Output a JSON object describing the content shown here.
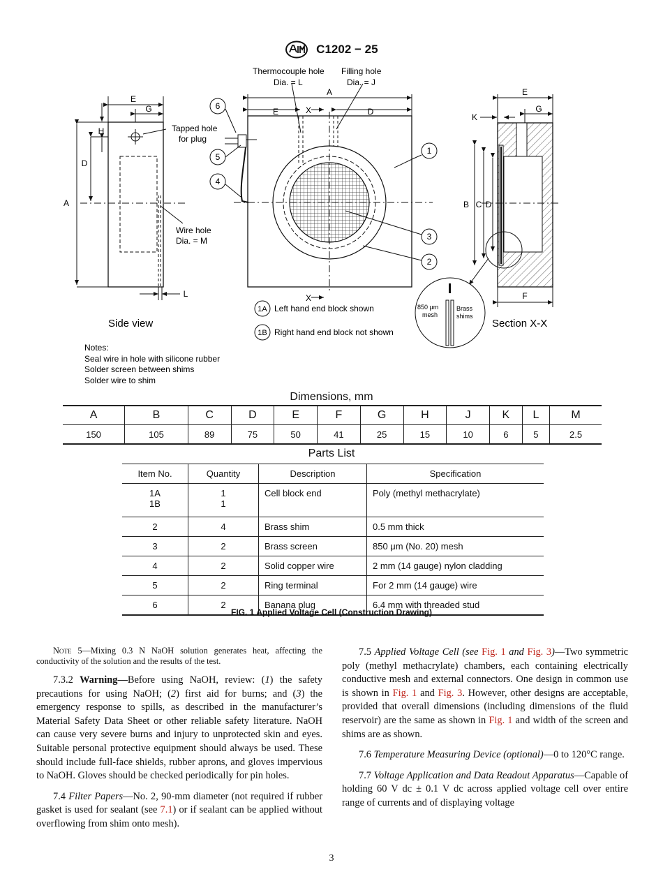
{
  "header": {
    "standard": "C1202 − 25"
  },
  "drawing": {
    "labels": {
      "thermocouple": "Thermocouple hole",
      "thermocouple_dia": "Dia. = L",
      "filling": "Filling hole",
      "filling_dia": "Dia. = J",
      "tapped": "Tapped hole",
      "tapped2": "for plug",
      "wire": "Wire hole",
      "wire_dia": "Dia. = M",
      "side_view": "Side view",
      "section": "Section X-X",
      "note_1a": "Left hand end block shown",
      "note_1b": "Right hand end block not shown",
      "mesh": "850 μm",
      "mesh2": "mesh",
      "brass": "Brass",
      "shims": "shims",
      "notes_title": "Notes:",
      "notes": [
        "Seal wire in hole with silicone rubber",
        "Solder screen between shims",
        "Solder wire to shim"
      ],
      "x": "X",
      "balloons": [
        "1A",
        "1B",
        "1",
        "2",
        "3",
        "4",
        "5",
        "6"
      ],
      "dim_letters": [
        "A",
        "B",
        "C",
        "D",
        "E",
        "F",
        "G",
        "H",
        "K",
        "L"
      ]
    }
  },
  "dimensions": {
    "title": "Dimensions, mm",
    "headers": [
      "A",
      "B",
      "C",
      "D",
      "E",
      "F",
      "G",
      "H",
      "J",
      "K",
      "L",
      "M"
    ],
    "values": [
      "150",
      "105",
      "89",
      "75",
      "50",
      "41",
      "25",
      "15",
      "10",
      "6",
      "5",
      "2.5"
    ]
  },
  "parts": {
    "title": "Parts List",
    "headers": [
      "Item No.",
      "Quantity",
      "Description",
      "Specification"
    ],
    "rows": [
      {
        "item": "1A",
        "item2": "1B",
        "qty": "1",
        "qty2": "1",
        "desc": "Cell block end",
        "spec": "Poly (methyl methacrylate)"
      },
      {
        "item": "2",
        "qty": "4",
        "desc": "Brass shim",
        "spec": "0.5 mm thick"
      },
      {
        "item": "3",
        "qty": "2",
        "desc": "Brass screen",
        "spec": "850 μm (No. 20) mesh"
      },
      {
        "item": "4",
        "qty": "2",
        "desc": "Solid copper wire",
        "spec": "2 mm (14 gauge) nylon cladding"
      },
      {
        "item": "5",
        "qty": "2",
        "desc": "Ring terminal",
        "spec": "For 2 mm (14 gauge) wire"
      },
      {
        "item": "6",
        "qty": "2",
        "desc": "Banana plug",
        "spec": "6.4 mm with threaded stud"
      }
    ]
  },
  "figure_caption": "FIG. 1 Applied Voltage Cell (Construction Drawing)",
  "text": {
    "note5_label": "Note 5",
    "note5": "—Mixing 0.3 N NaOH solution generates heat, affecting the conductivity of the solution and the results of the test.",
    "p732_num": "7.3.2 ",
    "p732_bold": "Warning—",
    "p732_a": "Before using NaOH, review: (",
    "n1": "1",
    "p732_b": ") the safety precautions for using NaOH; (",
    "n2": "2",
    "p732_c": ") first aid for burns; and (",
    "n3": "3",
    "p732_d": ") the emergency response to spills, as described in the manufacturer’s Material Safety Data Sheet or other reliable safety literature. NaOH can cause very severe burns and injury to unprotected skin and eyes. Suitable personal protective equipment should always be used. These should include full-face shields, rubber aprons, and gloves impervious to NaOH. Gloves should be checked periodically for pin holes.",
    "p74_num": "7.4 ",
    "p74_title": "Filter Papers",
    "p74_a": "—No. 2, 90-mm diameter (not required if rubber gasket is used for sealant (see ",
    "p74_link": "7.1",
    "p74_b": ") or if sealant can be applied without overflowing from shim onto mesh).",
    "p75_num": "7.5 ",
    "p75_title": "Applied Voltage Cell (see ",
    "fig1": "Fig. 1",
    "and": " and ",
    "fig3": "Fig. 3",
    "p75_close": ")",
    "p75_a": "—Two symmetric poly (methyl methacrylate) chambers, each containing electrically conductive mesh and external connectors. One design in common use is shown in ",
    "p75_b": " and ",
    "p75_c": ". However, other designs are acceptable, provided that overall dimensions (including dimensions of the fluid reservoir) are the same as shown in ",
    "p75_d": " and width of the screen and shims are as shown.",
    "p76_num": "7.6 ",
    "p76_title": "Temperature Measuring Device (optional)",
    "p76_a": "—0 to 120°C range.",
    "p77_num": "7.7 ",
    "p77_title": "Voltage Application and Data Readout Apparatus",
    "p77_a": "—Capable of holding 60 V dc ± 0.1 V dc across applied voltage cell over entire range of currents and of displaying voltage"
  },
  "page_number": "3"
}
